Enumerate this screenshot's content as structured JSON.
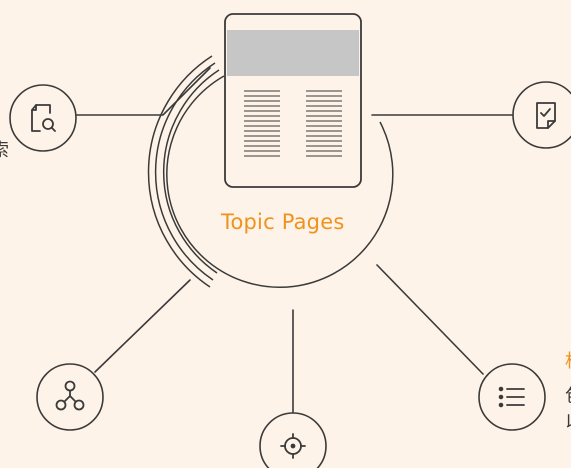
{
  "center": {
    "label": "Topic Pages"
  },
  "nodes": [
    {
      "id": "left-top",
      "icon": "document-search-icon"
    },
    {
      "id": "right-top",
      "icon": "document-check-icon"
    },
    {
      "id": "left-bottom",
      "icon": "network-nodes-icon"
    },
    {
      "id": "bottom",
      "icon": "target-icon"
    },
    {
      "id": "right-bottom",
      "icon": "list-icon"
    }
  ],
  "edge_text": {
    "left_fragment": "索",
    "right_accent": "相",
    "right_line_1": "包",
    "right_line_2": "以"
  },
  "colors": {
    "background": "#fdf3e8",
    "line": "#3a3a3a",
    "accent": "#f0921e",
    "header_band": "#c6c6c6"
  }
}
